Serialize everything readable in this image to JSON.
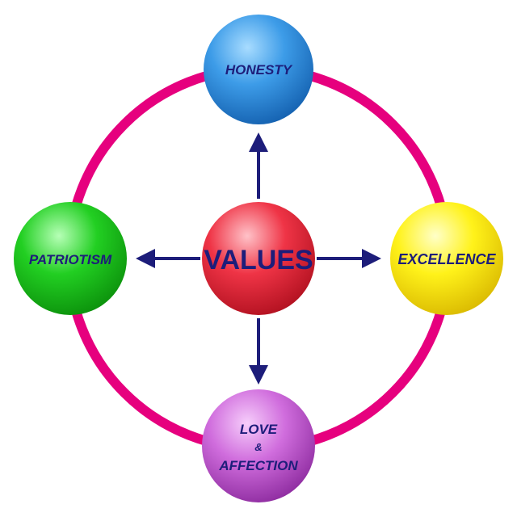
{
  "center": {
    "label": "VALUES",
    "color": "#e8243a"
  },
  "nodes": {
    "top": {
      "label": "HONESTY",
      "color": "#2f8fe0"
    },
    "right": {
      "label": "EXCELLENCE",
      "color": "#f2e200"
    },
    "bottom": {
      "line1": "LOVE",
      "line2": "&",
      "line3": "AFFECTION",
      "color": "#c758d6"
    },
    "left": {
      "label": "PATRIOTISM",
      "color": "#1fc41f"
    }
  },
  "colors": {
    "ring": "#e6007e",
    "arrow": "#1d1d7a",
    "text": "#1d1d7a"
  }
}
